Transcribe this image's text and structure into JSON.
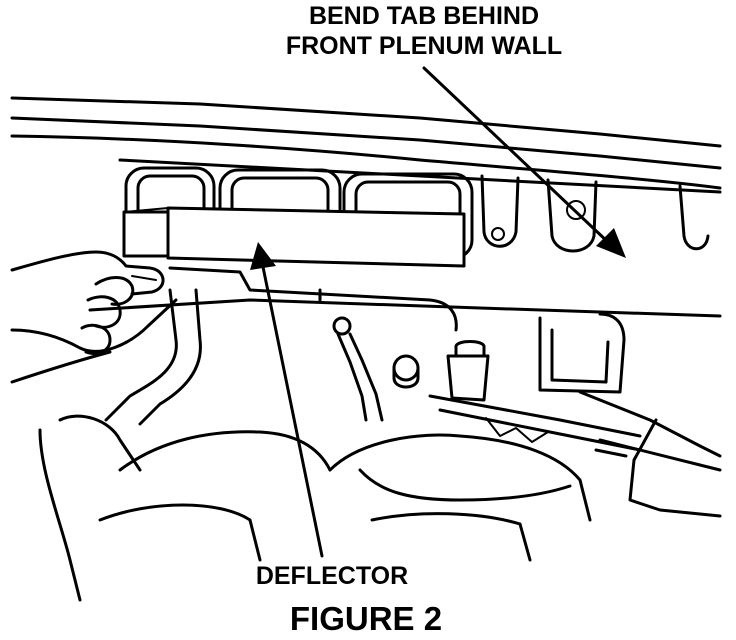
{
  "callouts": {
    "bend_tab_line1": "BEND TAB BEHIND",
    "bend_tab_line2": "FRONT PLENUM WALL",
    "deflector": "DEFLECTOR"
  },
  "caption": "FIGURE 2"
}
